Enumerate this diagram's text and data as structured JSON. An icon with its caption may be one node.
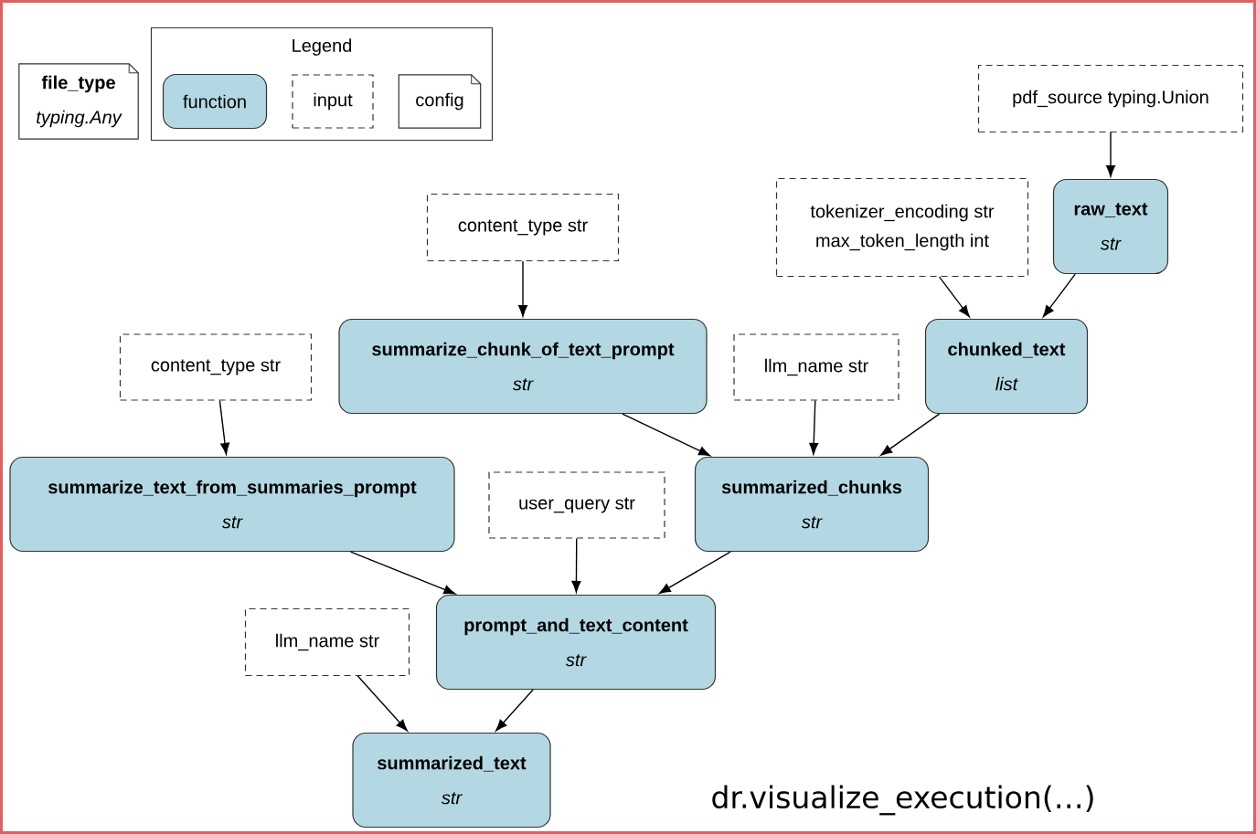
{
  "diagram": {
    "nodes": [
      {
        "text": [
          "file_type",
          "typing.Any"
        ]
      },
      {
        "text": [
          "Legend"
        ]
      },
      {
        "text": [
          "function"
        ],
        "in": 1
      },
      {
        "text": [
          "input"
        ],
        "in": 1
      },
      {
        "text": [
          "config"
        ],
        "in": 1
      },
      {
        "text": [
          "pdf_source typing.Union"
        ]
      },
      {
        "text": [
          "raw_text",
          "str"
        ]
      },
      {
        "text": [
          "tokenizer_encoding str",
          "max_token_length int"
        ]
      },
      {
        "text": [
          "chunked_text",
          "list"
        ]
      },
      {
        "text": [
          "content_type str"
        ]
      },
      {
        "text": [
          "summarize_chunk_of_text_prompt",
          "str"
        ]
      },
      {
        "text": [
          "llm_name str"
        ]
      },
      {
        "text": [
          "content_type str"
        ]
      },
      {
        "text": [
          "summarize_text_from_summaries_prompt",
          "str"
        ]
      },
      {
        "text": [
          "user_query str"
        ]
      },
      {
        "text": [
          "summarized_chunks",
          "str"
        ]
      },
      {
        "text": [
          "prompt_and_text_content",
          "str"
        ]
      },
      {
        "text": [
          "llm_name str"
        ]
      },
      {
        "text": [
          "summarized_text",
          "str"
        ]
      }
    ],
    "edges": [
      {
        "from": 5,
        "to": 6,
        "arrow": "to"
      },
      {
        "from": 7,
        "to": 8,
        "arrow": "to"
      },
      {
        "from": 6,
        "to": 8,
        "arrow": "to"
      },
      {
        "from": 9,
        "to": 10,
        "arrow": "to"
      },
      {
        "from": 12,
        "to": 13,
        "arrow": "to"
      },
      {
        "from": 10,
        "to": 15,
        "arrow": "to"
      },
      {
        "from": 11,
        "to": 15,
        "arrow": "to"
      },
      {
        "from": 8,
        "to": 15,
        "arrow": "to"
      },
      {
        "from": 13,
        "to": 16,
        "arrow": "to"
      },
      {
        "from": 14,
        "to": 16,
        "arrow": "to"
      },
      {
        "from": 15,
        "to": 16,
        "arrow": "to"
      },
      {
        "from": 17,
        "to": 18,
        "arrow": "to"
      },
      {
        "from": 16,
        "to": 18,
        "arrow": "to"
      }
    ],
    "labels": [
      "dr.visualize_execution(…)"
    ]
  }
}
